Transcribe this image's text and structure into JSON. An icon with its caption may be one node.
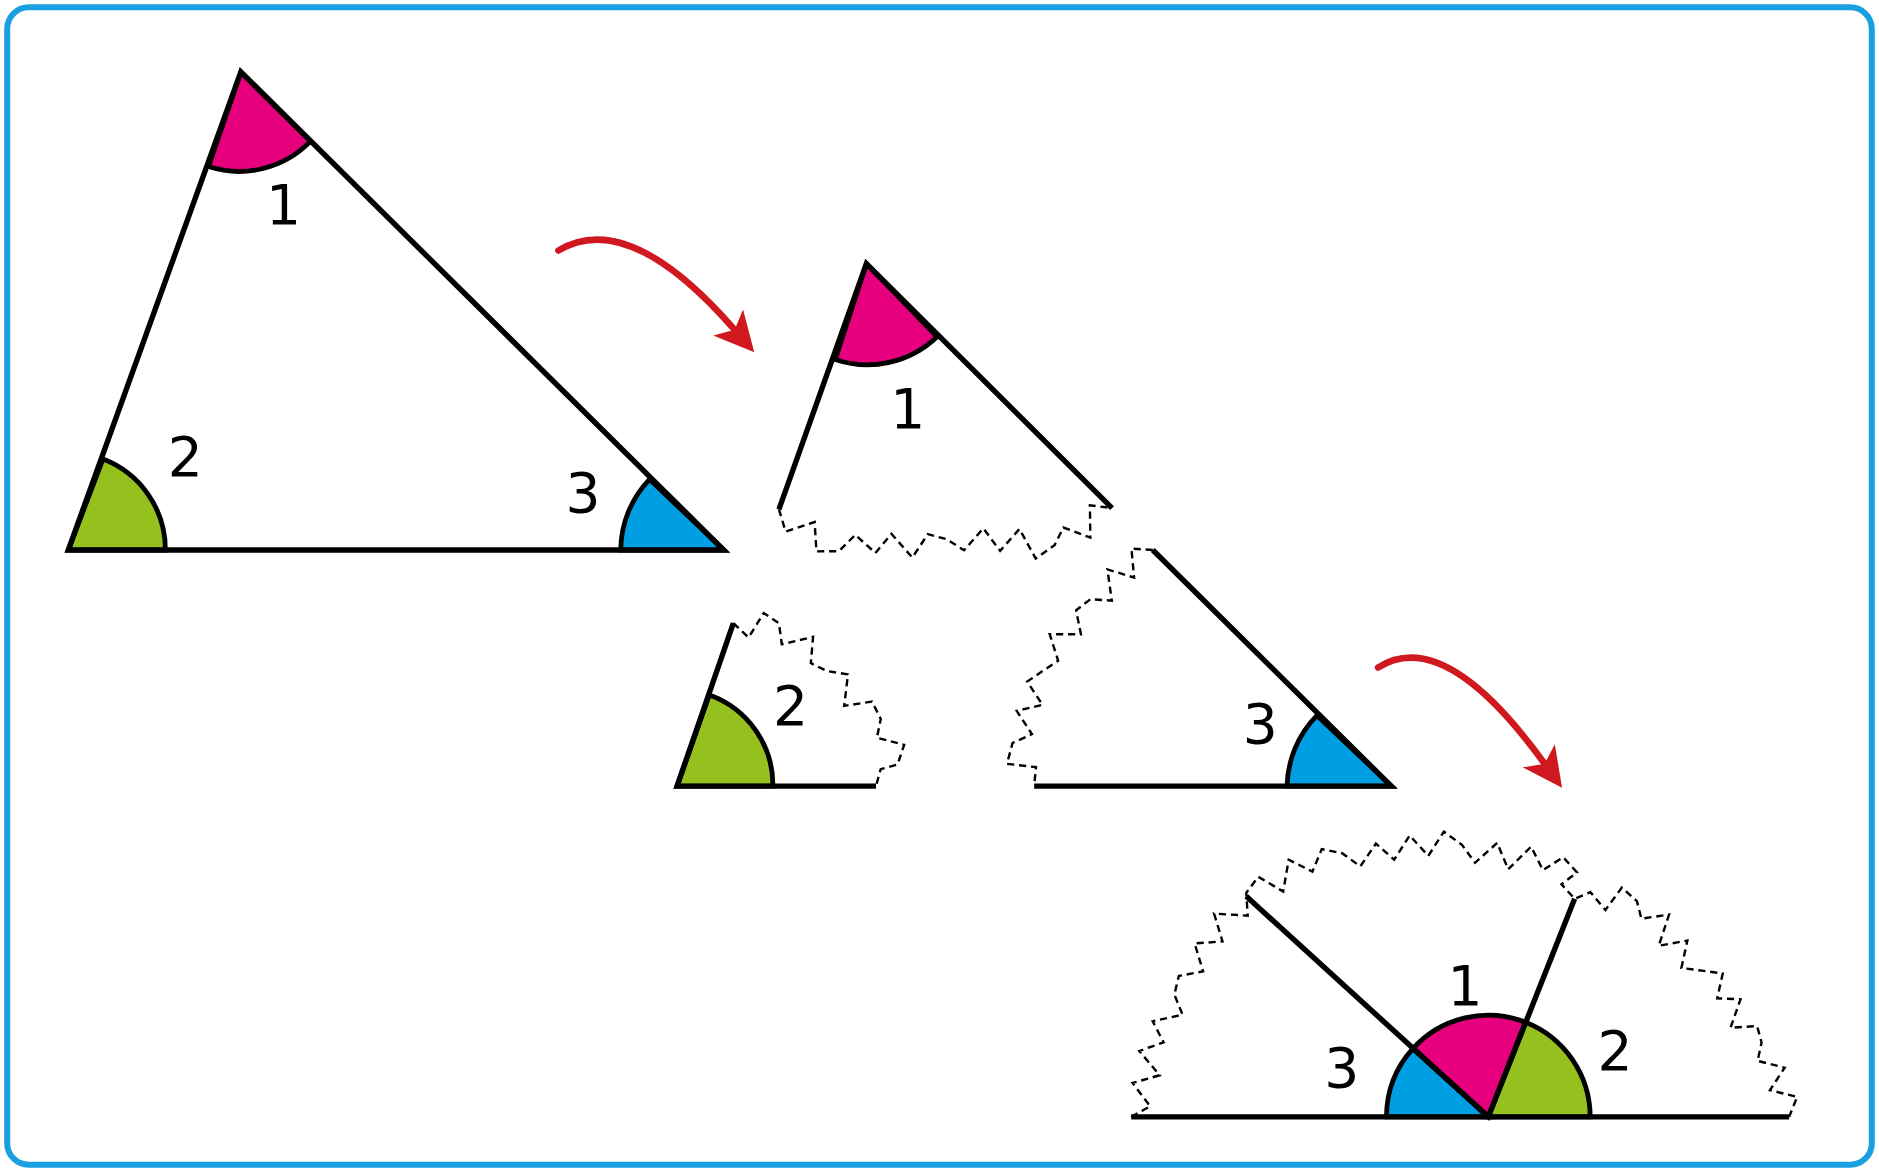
{
  "diagram": {
    "nodes": [
      {
        "text": [
          "1",
          "2",
          "3"
        ]
      },
      {
        "text": [
          "1"
        ]
      },
      {
        "text": [
          "2"
        ]
      },
      {
        "text": [
          "3"
        ]
      },
      {
        "text": [
          "1",
          "2",
          "3"
        ]
      }
    ],
    "edges": [
      {
        "from": 0,
        "to": 1,
        "arrow": "to"
      },
      {
        "from": 3,
        "to": 4,
        "arrow": "to"
      }
    ]
  }
}
